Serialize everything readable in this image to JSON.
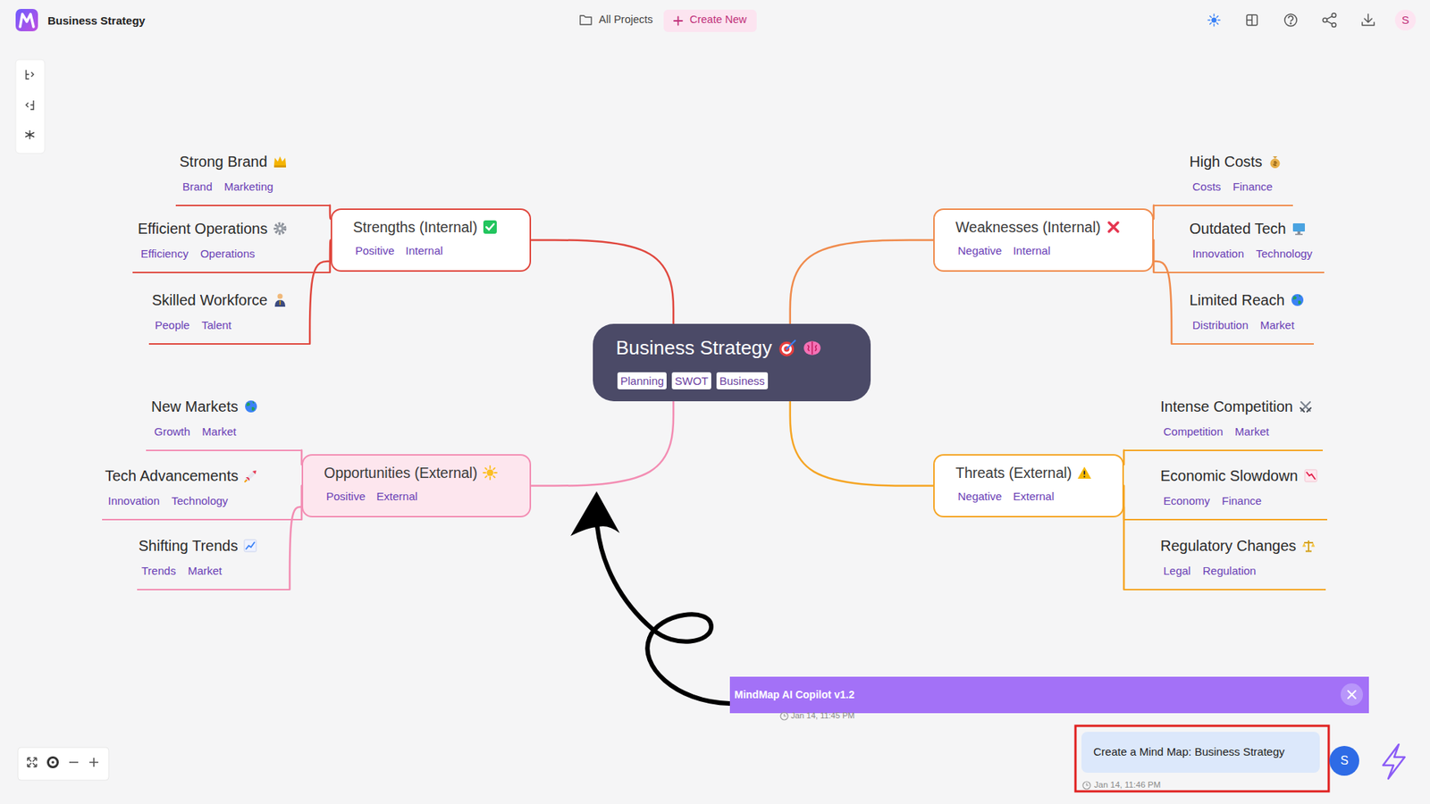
{
  "diagram": {
    "title": "Business Strategy",
    "nodes": [
      {
        "text": [
          "Business Strategy"
        ]
      },
      {
        "text": [
          "Planning"
        ],
        "in": 0
      },
      {
        "text": [
          "SWOT"
        ],
        "in": 0
      },
      {
        "text": [
          "Business"
        ],
        "in": 0
      },
      {
        "text": [
          "Strengths (Internal)",
          "Positive",
          "Internal"
        ]
      },
      {
        "text": [
          "Strong Brand",
          "Brand",
          "Marketing"
        ]
      },
      {
        "text": [
          "Efficient Operations",
          "Efficiency",
          "Operations"
        ]
      },
      {
        "text": [
          "Skilled Workforce",
          "People",
          "Talent"
        ]
      },
      {
        "text": [
          "Weaknesses (Internal)",
          "Negative",
          "Internal"
        ]
      },
      {
        "text": [
          "High Costs",
          "Costs",
          "Finance"
        ]
      },
      {
        "text": [
          "Outdated Tech",
          "Innovation",
          "Technology"
        ]
      },
      {
        "text": [
          "Limited Reach",
          "Distribution",
          "Market"
        ]
      },
      {
        "text": [
          "Opportunities (External)",
          "Positive",
          "External"
        ]
      },
      {
        "text": [
          "New Markets",
          "Growth",
          "Market"
        ]
      },
      {
        "text": [
          "Tech Advancements",
          "Innovation",
          "Technology"
        ]
      },
      {
        "text": [
          "Shifting Trends",
          "Trends",
          "Market"
        ]
      },
      {
        "text": [
          "Threats (External)",
          "Negative",
          "External"
        ]
      },
      {
        "text": [
          "Intense Competition",
          "Competition",
          "Market"
        ]
      },
      {
        "text": [
          "Economic Slowdown",
          "Economy",
          "Finance"
        ]
      },
      {
        "text": [
          "Regulatory Changes",
          "Legal",
          "Regulation"
        ]
      }
    ],
    "edges": [
      {
        "from": 0,
        "to": 4,
        "arrow": "none"
      },
      {
        "from": 4,
        "to": 5,
        "arrow": "none"
      },
      {
        "from": 4,
        "to": 6,
        "arrow": "none"
      },
      {
        "from": 4,
        "to": 7,
        "arrow": "none"
      },
      {
        "from": 0,
        "to": 8,
        "arrow": "none"
      },
      {
        "from": 8,
        "to": 9,
        "arrow": "none"
      },
      {
        "from": 8,
        "to": 10,
        "arrow": "none"
      },
      {
        "from": 8,
        "to": 11,
        "arrow": "none"
      },
      {
        "from": 0,
        "to": 12,
        "arrow": "none"
      },
      {
        "from": 12,
        "to": 13,
        "arrow": "none"
      },
      {
        "from": 12,
        "to": 14,
        "arrow": "none"
      },
      {
        "from": 12,
        "to": 15,
        "arrow": "none"
      },
      {
        "from": 0,
        "to": 16,
        "arrow": "none"
      },
      {
        "from": 16,
        "to": 17,
        "arrow": "none"
      },
      {
        "from": 16,
        "to": 18,
        "arrow": "none"
      },
      {
        "from": 16,
        "to": 19,
        "arrow": "none"
      }
    ],
    "labels": [
      "All Projects",
      "Create New",
      "S",
      "MindMap AI Copilot v1.2",
      "Jan 14, 11:45 PM",
      "Create a Mind Map: Business Strategy",
      "Jan 14, 11:46 PM",
      "S"
    ]
  }
}
